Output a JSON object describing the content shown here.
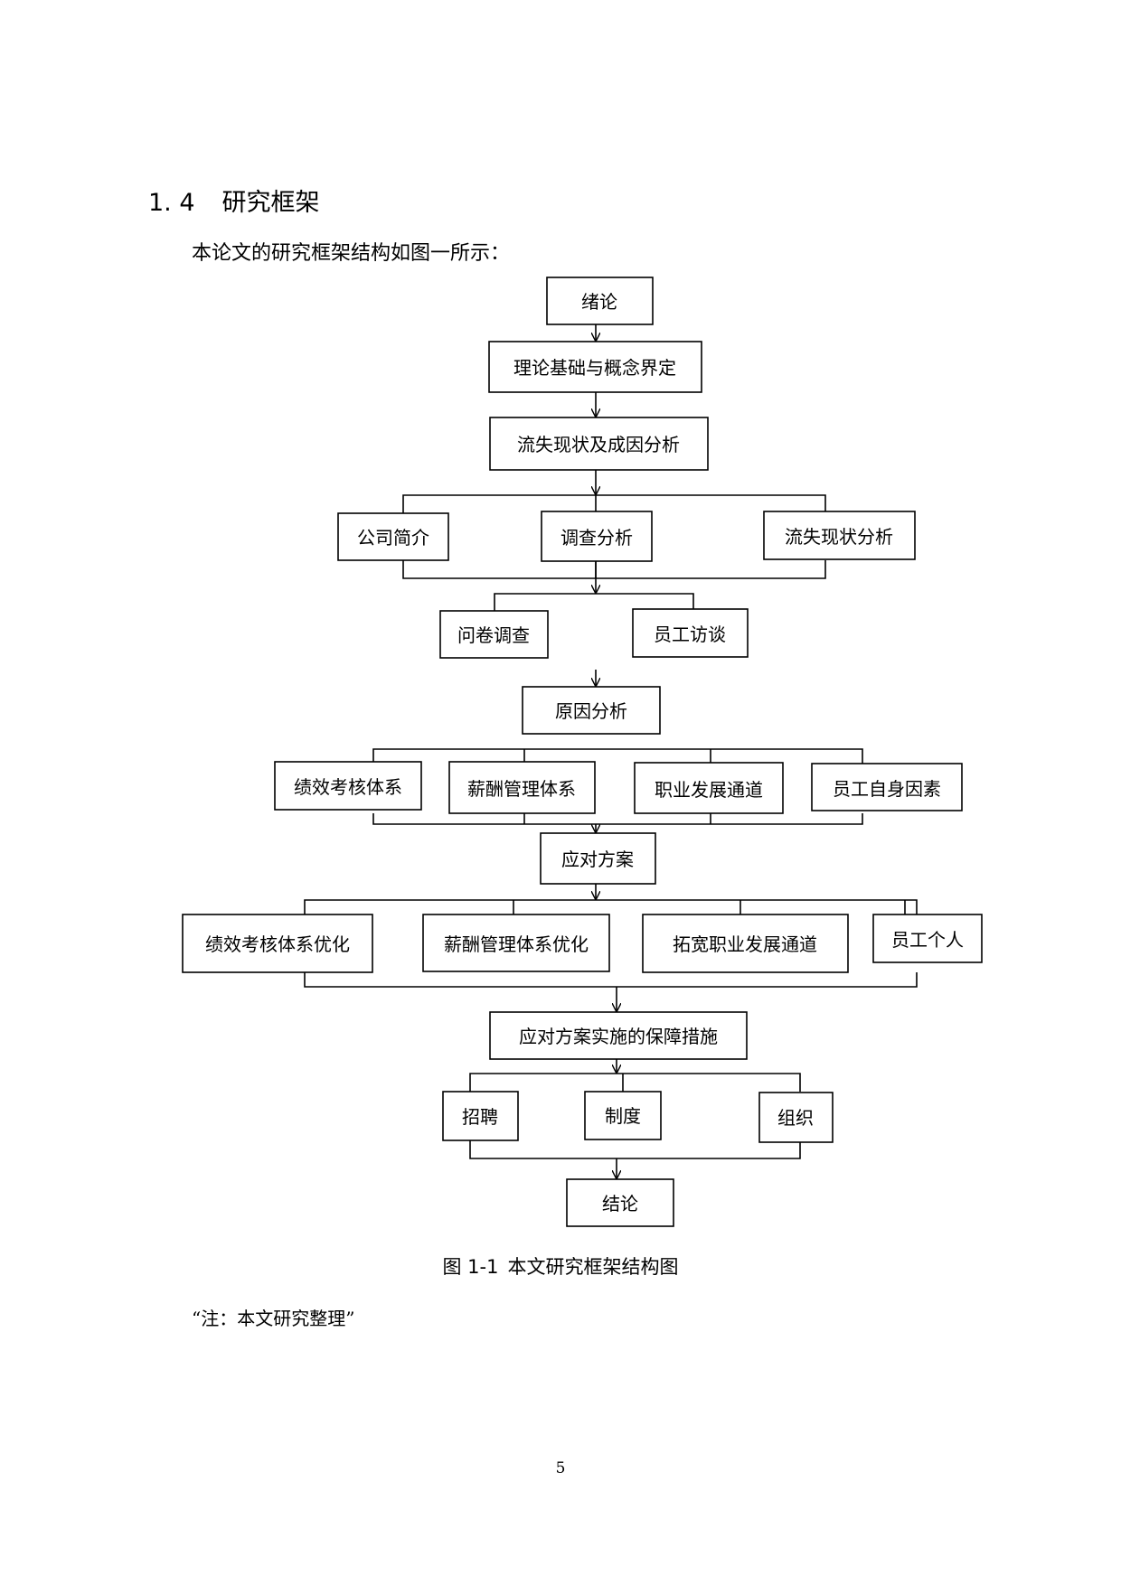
{
  "section": {
    "number": "1. 4",
    "title": "研究框架"
  },
  "intro": "本论文的研究框架结构如图一所示：",
  "flowchart": {
    "nodes": {
      "n1": "绪论",
      "n2": "理论基础与概念界定",
      "n3": "流失现状及成因分析",
      "n4a": "公司简介",
      "n4b": "调查分析",
      "n4c": "流失现状分析",
      "n5a": "问卷调查",
      "n5b": "员工访谈",
      "n6": "原因分析",
      "n7a": "绩效考核体系",
      "n7b": "薪酬管理体系",
      "n7c": "职业发展通道",
      "n7d": "员工自身因素",
      "n8": "应对方案",
      "n9a": "绩效考核体系优化",
      "n9b": "薪酬管理体系优化",
      "n9c": "拓宽职业发展通道",
      "n9d": "员工个人",
      "n10": "应对方案实施的保障措施",
      "n11a": "招聘",
      "n11b": "制度",
      "n11c": "组织",
      "n12": "结论"
    }
  },
  "caption": {
    "number": "图 1-1",
    "title": "本文研究框架结构图"
  },
  "note": "“注：本文研究整理”",
  "page_number": "5"
}
